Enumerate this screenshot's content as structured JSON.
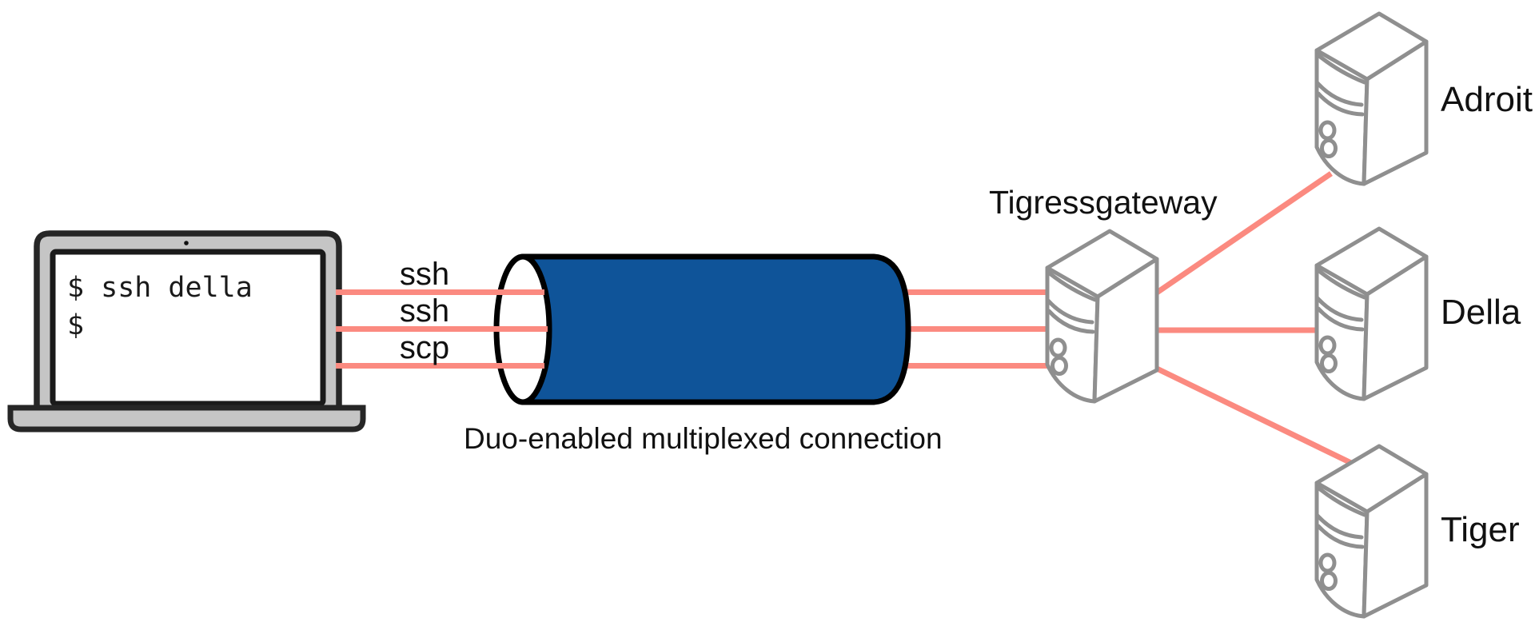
{
  "diagram": {
    "terminal": {
      "line1": "$ ssh della",
      "line2": "$"
    },
    "connections": {
      "label1": "ssh",
      "label2": "ssh",
      "label3": "scp"
    },
    "tunnel": {
      "label": "Duo-enabled multiplexed connection",
      "fill": "#0f5499"
    },
    "gateway": {
      "label": "Tigressgateway"
    },
    "clusters": [
      {
        "label": "Adroit"
      },
      {
        "label": "Della"
      },
      {
        "label": "Tiger"
      }
    ],
    "colors": {
      "connection_line": "#fb8a80",
      "tunnel_fill": "#0f5499",
      "tunnel_outline": "#000000",
      "server_outline": "#8f8f8f",
      "laptop_body": "#c5c5c5",
      "laptop_outline": "#262626",
      "text": "#111111"
    }
  }
}
